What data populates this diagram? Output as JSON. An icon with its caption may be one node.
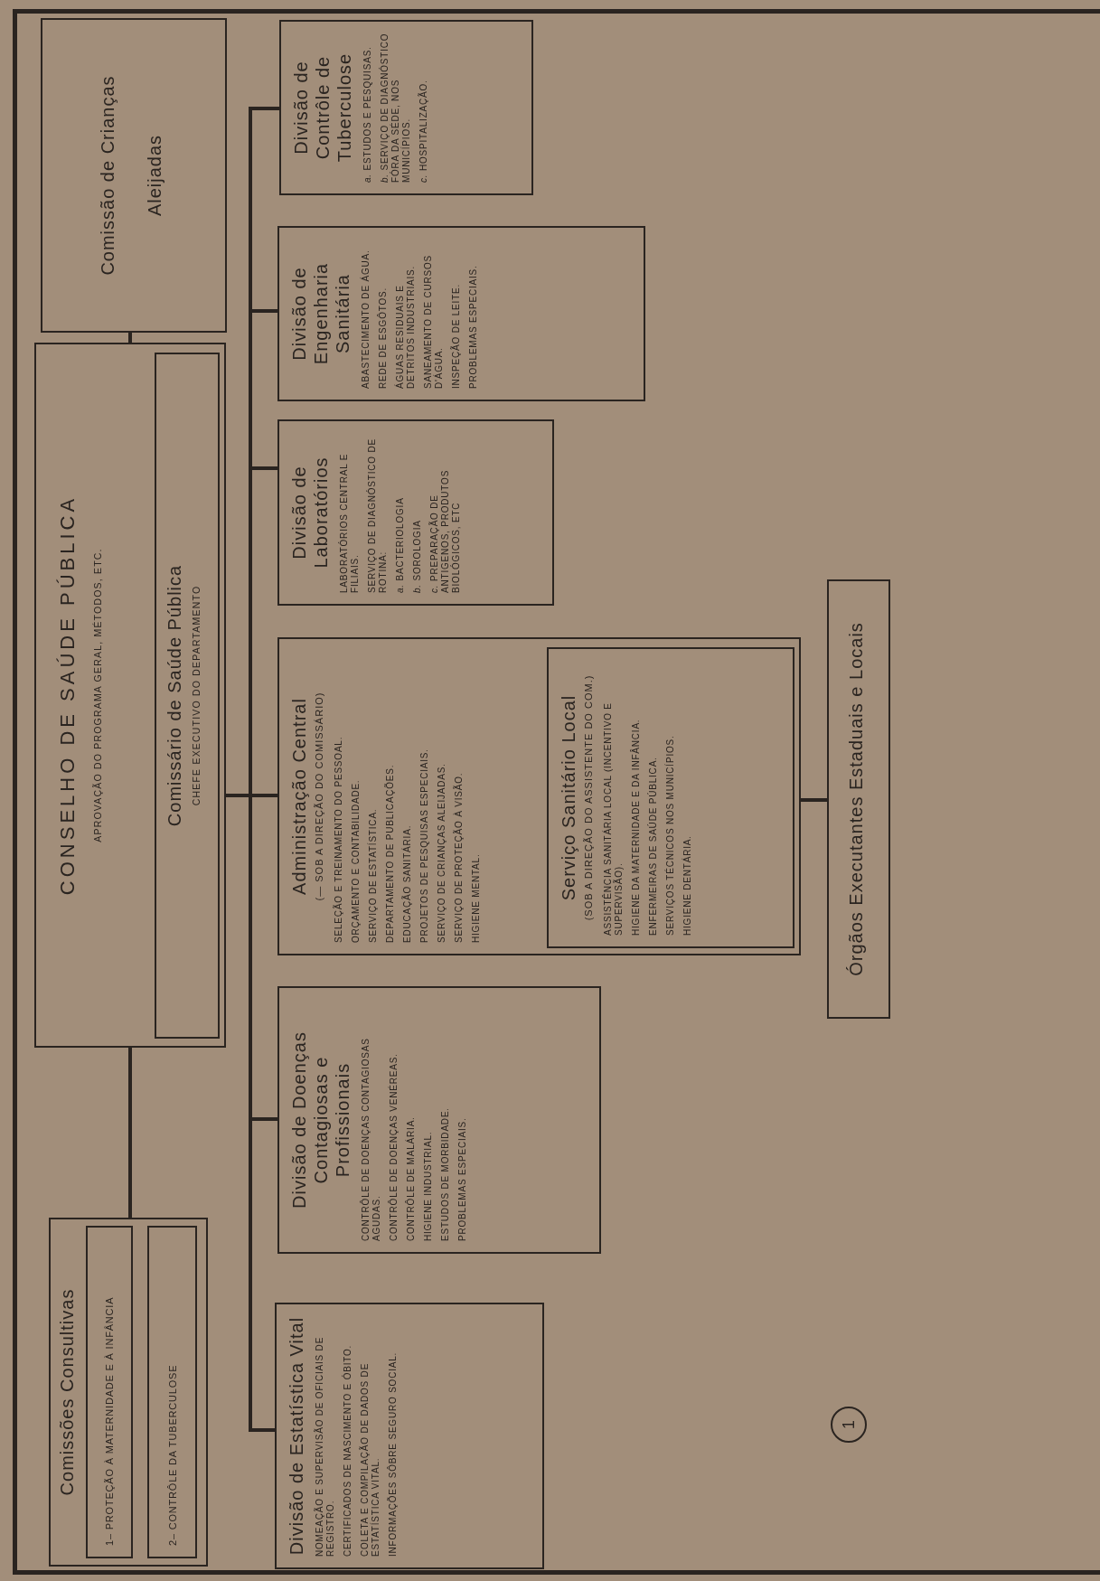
{
  "diagram": {
    "nodes": [
      {
        "text": [
          "CONSELHO DE SAÚDE PÚBLICA",
          "APROVAÇÃO DO PROGRAMA GERAL, MÉTODOS, ETC."
        ]
      },
      {
        "text": [
          "Comissário de Saúde Pública",
          "CHEFE EXECUTIVO DO DEPARTAMENTO"
        ],
        "in": 0
      },
      {
        "text": [
          "Comissão de Crianças Aleijadas"
        ]
      },
      {
        "text": [
          "Comissões Consultivas"
        ]
      },
      {
        "text": [
          "1– PROTEÇÃO À MATERNIDADE E À INFÂNCIA"
        ],
        "in": 3
      },
      {
        "text": [
          "2– CONTRÔLE DA TUBERCULOSE"
        ],
        "in": 3
      },
      {
        "text": [
          "Divisão de Estatística Vital",
          "NOMEAÇÃO E SUPERVISÃO DE OFICIAIS DE REGISTRO.",
          "CERTIFICADOS DE NASCIMENTO E ÓBITO.",
          "COLETA E COMPILAÇÃO DE DADOS DE ESTATÍSTICA VITAL.",
          "INFORMAÇÕES SÔBRE SEGURO SOCIAL."
        ]
      },
      {
        "text": [
          "Divisão de Doenças Contagiosas e Profissionais",
          "CONTRÔLE DE DOENÇAS CONTAGIOSAS AGUDAS.",
          "CONTRÔLE DE DOENÇAS VENÉREAS.",
          "CONTRÔLE DE MALÁRIA.",
          "HIGIENE INDUSTRIAL.",
          "ESTUDOS DE MORBIDADE.",
          "PROBLEMAS ESPECIAIS."
        ]
      },
      {
        "text": [
          "Administração Central",
          "(— SOB A DIREÇÃO DO COMISSÁRIO)",
          "SELEÇÃO E TREINAMENTO DO PESSOAL.",
          "ORÇAMENTO E CONTABILIDADE.",
          "SERVIÇO DE ESTATÍSTICA.",
          "DEPARTAMENTO DE PUBLICAÇÕES.",
          "EDUCAÇÃO SANITÁRIA.",
          "PROJETOS DE PESQUISAS ESPECIAIS.",
          "SERVIÇO DE CRIANÇAS ALEIJADAS.",
          "SERVIÇO DE PROTEÇÃO À VISÃO.",
          "HIGIENE MENTAL."
        ]
      },
      {
        "text": [
          "Serviço Sanitário Local",
          "(SOB A DIREÇÃO DO ASSISTENTE DO COM.)",
          "ASSISTÊNCIA SANITÁRIA LOCAL (INCENTIVO E SUPERVISÃO).",
          "HIGIENE DA MATERNIDADE E DA INFÂNCIA.",
          "ENFERMEIRAS DE SAÚDE PÚBLICA.",
          "SERVIÇOS TÉCNICOS NOS MUNICÍPIOS.",
          "HIGIENE DENTÁRIA."
        ],
        "in": 8
      },
      {
        "text": [
          "Divisão de Laboratórios",
          "LABORATÓRIOS CENTRAL E FILIAIS.",
          "SERVIÇO DE DIAGNÓSTICO DE ROTINA:",
          "*a.* BACTERIOLOGIA",
          "*b.* SOROLOGIA",
          "*c.* PREPARAÇÃO DE ANTIGENOS, PRODUTOS BIOLÓGICOS, ETC"
        ]
      },
      {
        "text": [
          "Divisão de Engenharia Sanitária",
          "ABASTECIMENTO DE ÁGUA.",
          "REDE DE ESGÔTOS.",
          "ÁGUAS RESIDUAIS E DETRITOS INDUSTRIAIS.",
          "SANEAMENTO DE CURSOS D'ÁGUA.",
          "INSPEÇÃO DE LEITE.",
          "PROBLEMAS ESPECIAIS."
        ]
      },
      {
        "text": [
          "Divisão de Contrôle de Tuberculose",
          "*a.* ESTUDOS E PESQUISAS.",
          "*b.* SERVIÇO DE DIAGNÓSTICO FÓRA DA SÉDE, NOS MUNICÍPIOS.",
          "*c.* HOSPITALIZAÇÃO."
        ]
      },
      {
        "text": [
          "Órgãos Executantes Estaduais e Locais"
        ]
      }
    ],
    "edges": [
      {
        "from": 0,
        "to": 2,
        "arrow": "none"
      },
      {
        "from": 0,
        "to": 3,
        "arrow": "none"
      },
      {
        "from": 1,
        "to": 6,
        "arrow": "none"
      },
      {
        "from": 1,
        "to": 7,
        "arrow": "none"
      },
      {
        "from": 1,
        "to": 8,
        "arrow": "none"
      },
      {
        "from": 1,
        "to": 10,
        "arrow": "none"
      },
      {
        "from": 1,
        "to": 11,
        "arrow": "none"
      },
      {
        "from": 1,
        "to": 12,
        "arrow": "none"
      },
      {
        "from": 8,
        "to": 13,
        "arrow": "none"
      }
    ],
    "labels": [
      "1"
    ]
  }
}
